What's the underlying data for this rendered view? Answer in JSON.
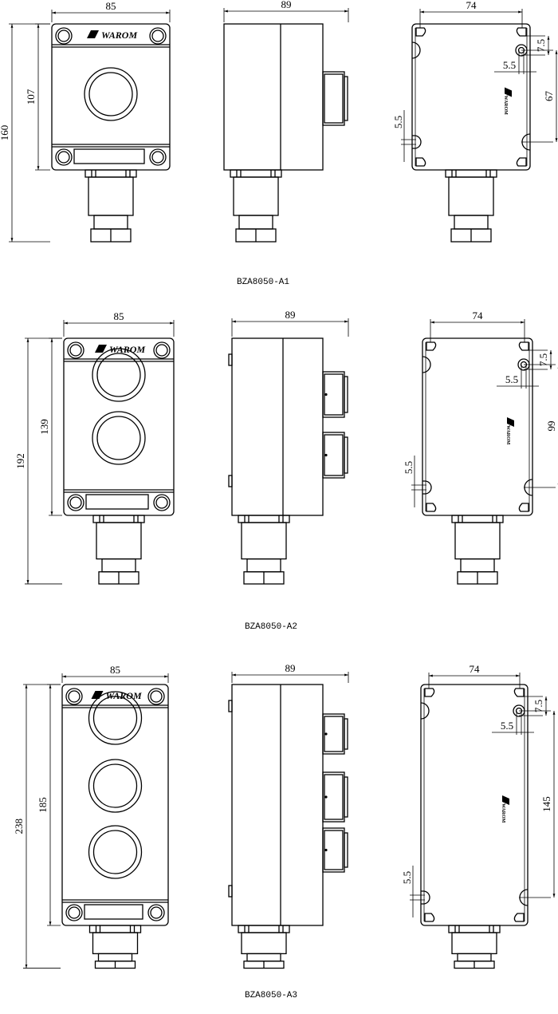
{
  "brand_logo": "WAROM",
  "models": [
    {
      "caption": "BZA8050-A1",
      "buttons": 1,
      "dims": {
        "front_width": "85",
        "enclosure_height": "107",
        "overall_height": "160",
        "depth": "89",
        "back_width": "74",
        "hole_offset": "7.5",
        "hole_dia_right": "5.5",
        "hole_dia_left": "5.5",
        "hole_spacing": "67"
      }
    },
    {
      "caption": "BZA8050-A2",
      "buttons": 2,
      "dims": {
        "front_width": "85",
        "enclosure_height": "139",
        "overall_height": "192",
        "depth": "89",
        "back_width": "74",
        "hole_offset": "7.5",
        "hole_dia_right": "5.5",
        "hole_dia_left": "5.5",
        "hole_spacing": "99"
      }
    },
    {
      "caption": "BZA8050-A3",
      "buttons": 3,
      "dims": {
        "front_width": "85",
        "enclosure_height": "185",
        "overall_height": "238",
        "depth": "89",
        "back_width": "74",
        "hole_offset": "7.5",
        "hole_dia_right": "5.5",
        "hole_dia_left": "5.5",
        "hole_spacing": "145"
      }
    }
  ]
}
